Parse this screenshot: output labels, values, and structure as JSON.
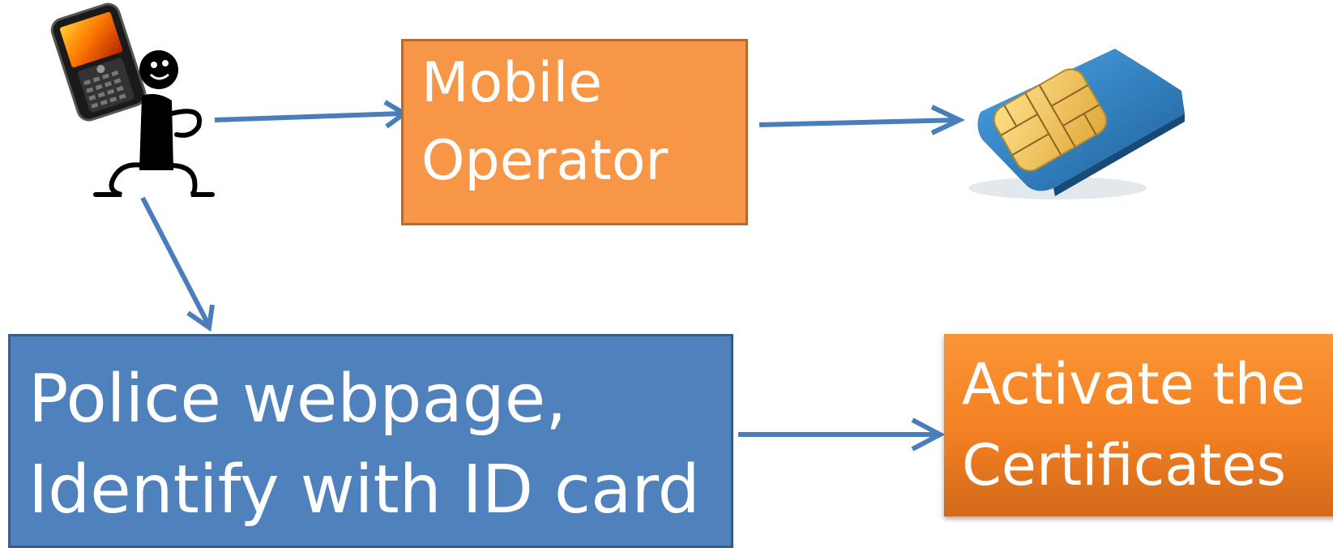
{
  "boxes": {
    "mobile_operator": {
      "line1": "Mobile",
      "line2": "Operator",
      "color": "#f79646"
    },
    "police": {
      "line1": "Police webpage,",
      "line2": "Identify with ID card",
      "color": "#4f81bd"
    },
    "activate": {
      "line1": "Activate the",
      "line2": "Certificates",
      "color": "#f58a28"
    }
  },
  "icons": {
    "person": "stick-figure-with-phone-icon",
    "sim": "sim-card-icon"
  },
  "arrow_color": "#4a7ebb"
}
